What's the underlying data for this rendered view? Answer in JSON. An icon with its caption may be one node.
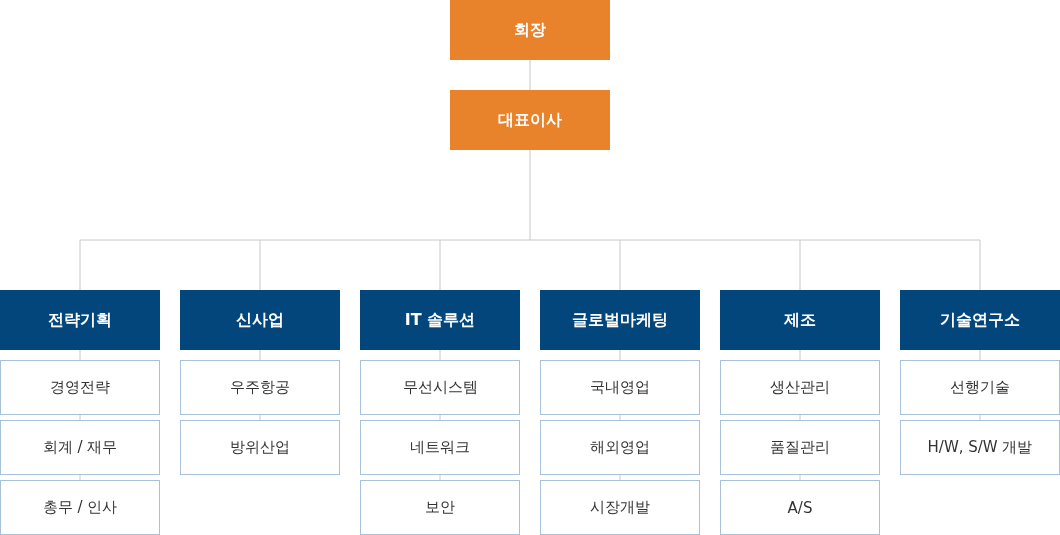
{
  "diagram": {
    "nodes": [
      {
        "text": [
          "회장"
        ]
      },
      {
        "text": [
          "대표이사"
        ]
      },
      {
        "text": [
          "전략기획"
        ]
      },
      {
        "text": [
          "신사업"
        ]
      },
      {
        "text": [
          "IT 솔루션"
        ]
      },
      {
        "text": [
          "글로벌마케팅"
        ]
      },
      {
        "text": [
          "제조"
        ]
      },
      {
        "text": [
          "기술연구소"
        ]
      },
      {
        "text": [
          "경영전략"
        ]
      },
      {
        "text": [
          "회계 / 재무"
        ]
      },
      {
        "text": [
          "총무 / 인사"
        ]
      },
      {
        "text": [
          "우주항공"
        ]
      },
      {
        "text": [
          "방위산업"
        ]
      },
      {
        "text": [
          "무선시스템"
        ]
      },
      {
        "text": [
          "네트워크"
        ]
      },
      {
        "text": [
          "보안"
        ]
      },
      {
        "text": [
          "국내영업"
        ]
      },
      {
        "text": [
          "해외영업"
        ]
      },
      {
        "text": [
          "시장개발"
        ]
      },
      {
        "text": [
          "생산관리"
        ]
      },
      {
        "text": [
          "품질관리"
        ]
      },
      {
        "text": [
          "A/S"
        ]
      },
      {
        "text": [
          "선행기술"
        ]
      },
      {
        "text": [
          "H/W, S/W 개발"
        ]
      }
    ],
    "edges": [
      {
        "from": 0,
        "to": 1,
        "arrow": "none"
      },
      {
        "from": 1,
        "to": 2,
        "arrow": "none"
      },
      {
        "from": 1,
        "to": 3,
        "arrow": "none"
      },
      {
        "from": 1,
        "to": 4,
        "arrow": "none"
      },
      {
        "from": 1,
        "to": 5,
        "arrow": "none"
      },
      {
        "from": 1,
        "to": 6,
        "arrow": "none"
      },
      {
        "from": 1,
        "to": 7,
        "arrow": "none"
      },
      {
        "from": 2,
        "to": 8,
        "arrow": "none"
      },
      {
        "from": 8,
        "to": 9,
        "arrow": "none"
      },
      {
        "from": 9,
        "to": 10,
        "arrow": "none"
      },
      {
        "from": 3,
        "to": 11,
        "arrow": "none"
      },
      {
        "from": 11,
        "to": 12,
        "arrow": "none"
      },
      {
        "from": 4,
        "to": 13,
        "arrow": "none"
      },
      {
        "from": 13,
        "to": 14,
        "arrow": "none"
      },
      {
        "from": 14,
        "to": 15,
        "arrow": "none"
      },
      {
        "from": 5,
        "to": 16,
        "arrow": "none"
      },
      {
        "from": 16,
        "to": 17,
        "arrow": "none"
      },
      {
        "from": 17,
        "to": 18,
        "arrow": "none"
      },
      {
        "from": 6,
        "to": 19,
        "arrow": "none"
      },
      {
        "from": 19,
        "to": 20,
        "arrow": "none"
      },
      {
        "from": 20,
        "to": 21,
        "arrow": "none"
      },
      {
        "from": 7,
        "to": 22,
        "arrow": "none"
      },
      {
        "from": 22,
        "to": 23,
        "arrow": "none"
      }
    ]
  }
}
